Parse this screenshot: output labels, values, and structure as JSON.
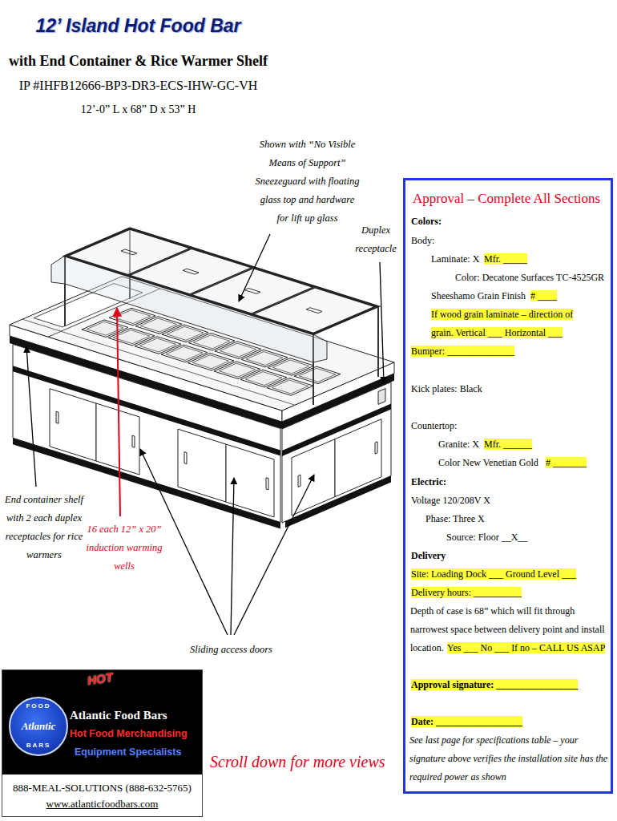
{
  "diagram": {
    "title": "12’ Island Hot Food Bar",
    "nodes": [
      {
        "text": [
          "Approval – Complete All Sections",
          "Colors:",
          "Body:",
          "Laminate: X",
          "Mfr. _____",
          "Color: Decatone Surfaces TC-4525GR",
          "Sheeshamo Grain Finish",
          "# ____",
          "If wood grain laminate – direction of grain. Vertical ___ Horizontal ___",
          "Bumper: ______________",
          "Kick plates: Black",
          "Countertop:",
          "Granite: X",
          "Mfr. ______",
          "Color New Venetian Gold",
          "# _______",
          "Electric:",
          "Voltage 120/208V X",
          "Phase: Three X",
          "Source: Floor __X__",
          "Delivery",
          "Site: Loading Dock ___ Ground Level ___",
          "Delivery hours: __________",
          "Depth of case is 68” which will fit through narrowest space between delivery point and install location.",
          "Yes ___ No ___ If no – CALL US ASAP",
          "Approval signature: _________________",
          "Date: __________________",
          "See last page for specifications table – your signature above verifies the installation site has the required power as shown"
        ]
      },
      {
        "text": [
          "HOT",
          "Atlantic Food Bars",
          "Hot Food Merchandising",
          "Equipment Specialists",
          "888-MEAL-SOLUTIONS (888-632-5765)",
          "www.atlanticfoodbars.com"
        ]
      },
      {
        "text": [
          "FOOD",
          "Atlantic",
          "BARS"
        ],
        "in": 1
      }
    ],
    "labels": [
      "with End Container & Rice Warmer Shelf",
      "IP #IHFB12666-BP3-DR3-ECS-IHW-GC-VH",
      "12’-0” L x 68” D x 53” H",
      "Shown with “No Visible Means of Support” Sneezeguard with floating glass top and hardware for lift up glass",
      "Duplex receptacle",
      "End container shelf with 2 each duplex receptacles for rice warmers",
      "16 each 12” x 20” induction warming wells",
      "Sliding access doors",
      "Scroll down for more views"
    ]
  }
}
